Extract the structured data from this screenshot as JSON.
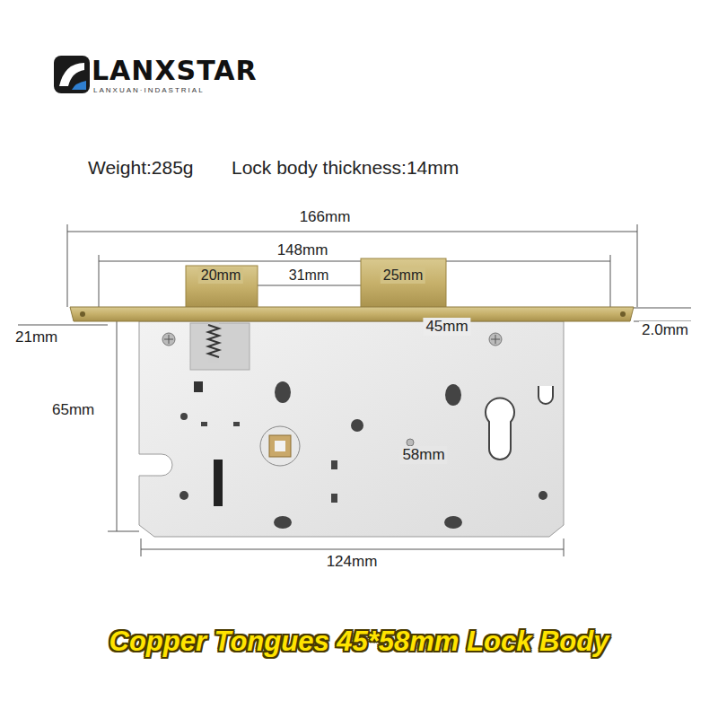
{
  "diagram": {
    "caption": "Copper Tongues 45*58mm Lock Body",
    "labels": [
      "LANXSTAR",
      "LANXUAN·INDASTRIAL",
      "Weight:285g",
      "Lock body thickness:14mm",
      "166mm",
      "148mm",
      "20mm",
      "31mm",
      "25mm",
      "21mm",
      "2.0mm",
      "45mm",
      "65mm",
      "58mm",
      "124mm"
    ]
  }
}
